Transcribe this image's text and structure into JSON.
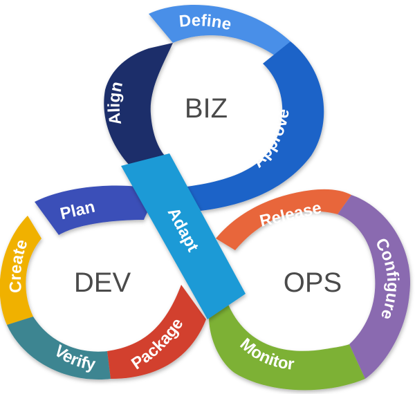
{
  "loops": {
    "biz": {
      "label": "BIZ"
    },
    "dev": {
      "label": "DEV"
    },
    "ops": {
      "label": "OPS"
    }
  },
  "segments": {
    "define": {
      "label": "Define",
      "color": "#4a8fe8"
    },
    "approve": {
      "label": "Approve",
      "color": "#1e64c8"
    },
    "align": {
      "label": "Align",
      "color": "#1b2e6b"
    },
    "plan": {
      "label": "Plan",
      "color": "#3b4fb8"
    },
    "create": {
      "label": "Create",
      "color": "#f0b100"
    },
    "verify": {
      "label": "Verify",
      "color": "#3d8591"
    },
    "package": {
      "label": "Package",
      "color": "#d2412e"
    },
    "adapt": {
      "label": "Adapt",
      "color": "#1b9ad6"
    },
    "release": {
      "label": "Release",
      "color": "#e8663a"
    },
    "configure": {
      "label": "Configure",
      "color": "#8a6ab0"
    },
    "monitor": {
      "label": "Monitor",
      "color": "#7db135"
    }
  }
}
